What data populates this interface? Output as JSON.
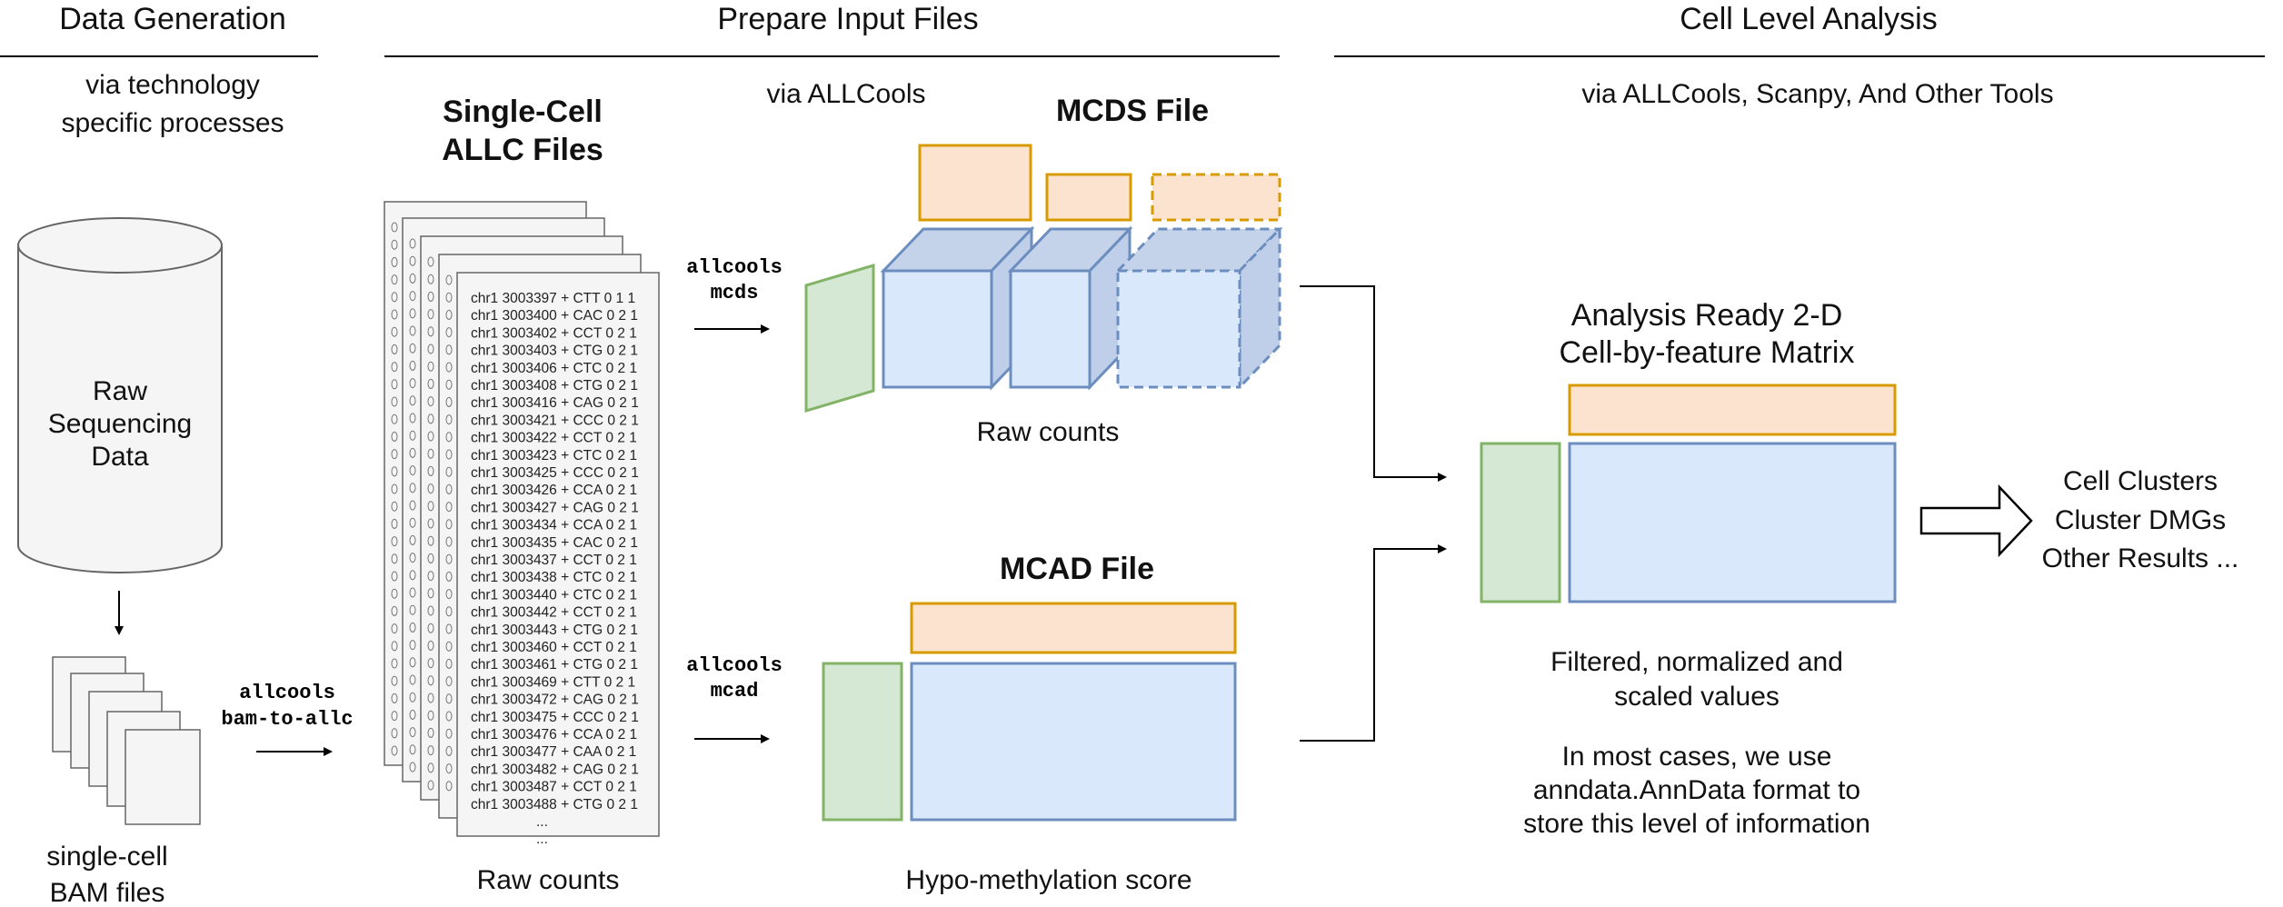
{
  "sections": [
    {
      "title": "Data Generation",
      "subtitle_lines": [
        "via technology",
        "specific processes"
      ]
    },
    {
      "title": "Prepare Input Files",
      "subtitle_lines": [
        "via ALLCools"
      ]
    },
    {
      "title": "Cell Level Analysis",
      "subtitle_lines": [
        "via ALLCools, Scanpy, And Other Tools"
      ]
    }
  ],
  "raw_data": {
    "label_lines": [
      "Raw",
      "Sequencing",
      "Data"
    ]
  },
  "bam": {
    "label_lines": [
      "single-cell",
      "BAM files"
    ]
  },
  "commands": {
    "bam_to_allc": [
      "allcools",
      "bam-to-allc"
    ],
    "mcds": [
      "allcools",
      "mcds"
    ],
    "mcad": [
      "allcools",
      "mcad"
    ]
  },
  "allc": {
    "title_lines": [
      "Single-Cell",
      "ALLC Files"
    ],
    "rows": [
      "chr1 3003397 + CTT 0 1 1",
      "chr1 3003400 + CAC 0 2 1",
      "chr1 3003402 + CCT 0 2 1",
      "chr1 3003403 + CTG 0 2 1",
      "chr1 3003406 + CTC 0 2 1",
      "chr1 3003408 + CTG 0 2 1",
      "chr1 3003416 + CAG 0 2 1",
      "chr1 3003421 + CCC 0 2 1",
      "chr1 3003422 + CCT 0 2 1",
      "chr1 3003423 + CTC 0 2 1",
      "chr1 3003425 + CCC 0 2 1",
      "chr1 3003426 + CCA 0 2 1",
      "chr1 3003427 + CAG 0 2 1",
      "chr1 3003434 + CCA 0 2 1",
      "chr1 3003435 + CAC 0 2 1",
      "chr1 3003437 + CCT 0 2 1",
      "chr1 3003438 + CTC 0 2 1",
      "chr1 3003440 + CTC 0 2 1",
      "chr1 3003442 + CCT 0 2 1",
      "chr1 3003443 + CTG 0 2 1",
      "chr1 3003460 + CCT 0 2 1",
      "chr1 3003461 + CTG 0 2 1",
      "chr1 3003469 + CTT 0 2 1",
      "chr1 3003472 + CAG 0 2 1",
      "chr1 3003475 + CCC 0 2 1",
      "chr1 3003476 + CCA 0 2 1",
      "chr1 3003477 + CAA 0 2 1",
      "chr1 3003482 + CAG 0 2 1",
      "chr1 3003487 + CCT 0 2 1",
      "chr1 3003488 + CTG 0 2 1"
    ],
    "ellipsis": [
      "...",
      "..."
    ],
    "caption": "Raw counts"
  },
  "mcds": {
    "title": "MCDS File",
    "caption": "Raw counts"
  },
  "mcad": {
    "title": "MCAD File",
    "caption": "Hypo-methylation score"
  },
  "matrix": {
    "title_lines": [
      "Analysis Ready 2-D",
      "Cell-by-feature Matrix"
    ],
    "note_lines": [
      "Filtered, normalized and",
      "scaled values"
    ],
    "note2_lines": [
      "In most cases, we use",
      "anndata.AnnData format to",
      "store this level of information"
    ]
  },
  "results": {
    "lines": [
      "Cell Clusters",
      "Cluster DMGs",
      "Other Results ..."
    ]
  },
  "colors": {
    "orange_fill": "#FCE3CF",
    "orange_stroke": "#D79B00",
    "blue_fill": "#DAE8FC",
    "blue_top": "#C5D3EA",
    "blue_side": "#BFCFEA",
    "blue_stroke": "#6C8EBF",
    "green_fill": "#D5E8D4",
    "green_stroke": "#82B366",
    "sheet_fill": "#F5F5F5",
    "sheet_stroke": "#666666"
  }
}
